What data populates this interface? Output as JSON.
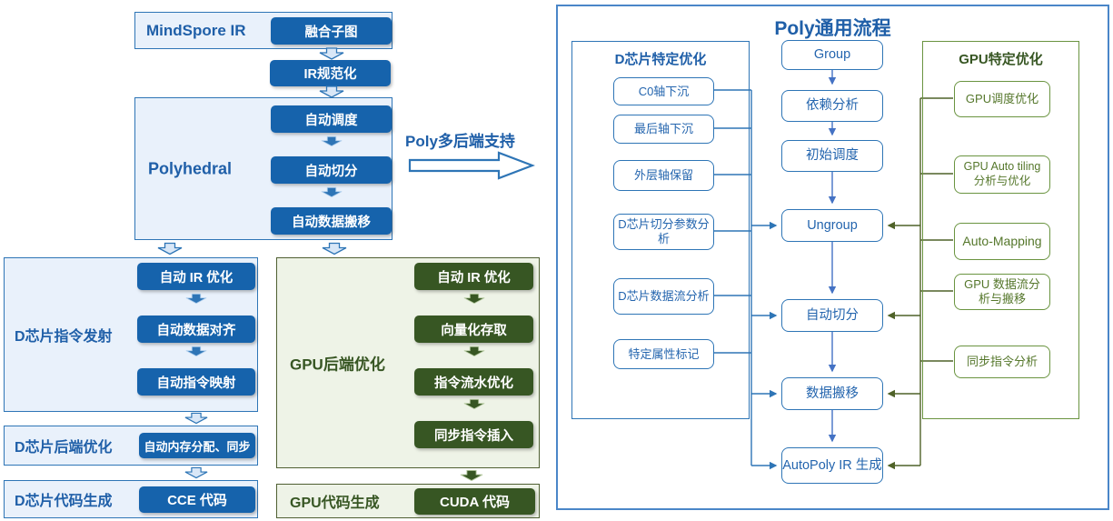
{
  "colors": {
    "blue_fill": "#1663ac",
    "blue_border": "#2e75b6",
    "blue_text": "#1f5fa8",
    "light_blue_bg": "#e9f1fb",
    "green_fill": "#375623",
    "green_border": "#4f5f32",
    "light_green_bg": "#eef3e7",
    "right_green": "#6a9440",
    "connector_blue": "#4472c4",
    "connector_green": "#4f6228"
  },
  "left_flow": {
    "mindspore_label": "MindSpore IR",
    "fuse_subgraph": "融合子图",
    "ir_normalize": "IR规范化",
    "polyhedral_label": "Polyhedral",
    "poly_steps": [
      "自动调度",
      "自动切分",
      "自动数据搬移"
    ],
    "backend_arrow_label": "Poly多后端支持"
  },
  "d_branch": {
    "pipeline_label": "D芯片指令发射",
    "pipeline_steps": [
      "自动 IR 优化",
      "自动数据对齐",
      "自动指令映射"
    ],
    "backend_label": "D芯片后端优化",
    "backend_step": "自动内存分配、同步",
    "codegen_label": "D芯片代码生成",
    "codegen_step": "CCE 代码"
  },
  "gpu_branch": {
    "backend_label": "GPU后端优化",
    "backend_steps": [
      "自动 IR 优化",
      "向量化存取",
      "指令流水优化",
      "同步指令插入"
    ],
    "codegen_label": "GPU代码生成",
    "codegen_step": "CUDA 代码"
  },
  "poly_panel": {
    "title": "Poly通用流程",
    "d_column": {
      "title": "D芯片特定优化",
      "items": [
        "C0轴下沉",
        "最后轴下沉",
        "外层轴保留",
        "D芯片切分参数分析",
        "D芯片数据流分析",
        "特定属性标记"
      ]
    },
    "center_flow": [
      "Group",
      "依赖分析",
      "初始调度",
      "Ungroup",
      "自动切分",
      "数据搬移",
      "AutoPoly IR 生成"
    ],
    "gpu_column": {
      "title": "GPU特定优化",
      "items": [
        "GPU调度优化",
        "GPU Auto tiling 分析与优化",
        "Auto-Mapping",
        "GPU 数据流分析与搬移",
        "同步指令分析"
      ]
    }
  }
}
